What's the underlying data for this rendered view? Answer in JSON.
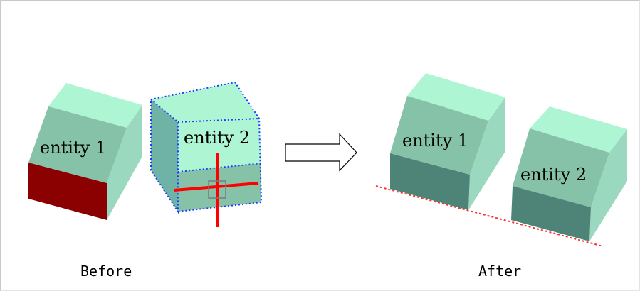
{
  "labels": {
    "before_entity_1": "entity 1",
    "before_entity_2": "entity 2",
    "after_entity_1": "entity 1",
    "after_entity_2": "entity 2"
  },
  "captions": {
    "before": "Before",
    "after": "After"
  },
  "colors": {
    "face_top": "#aef5d4",
    "face_front": "#85c2a8",
    "face_side": "#9ad9bf",
    "face_bottom_after": "#4e8478",
    "face_bottom_before_1": "#8b0000",
    "selection_outline": "#1a3cff",
    "cross_marker": "#ff0000",
    "alignment_line": "#ff3030"
  }
}
